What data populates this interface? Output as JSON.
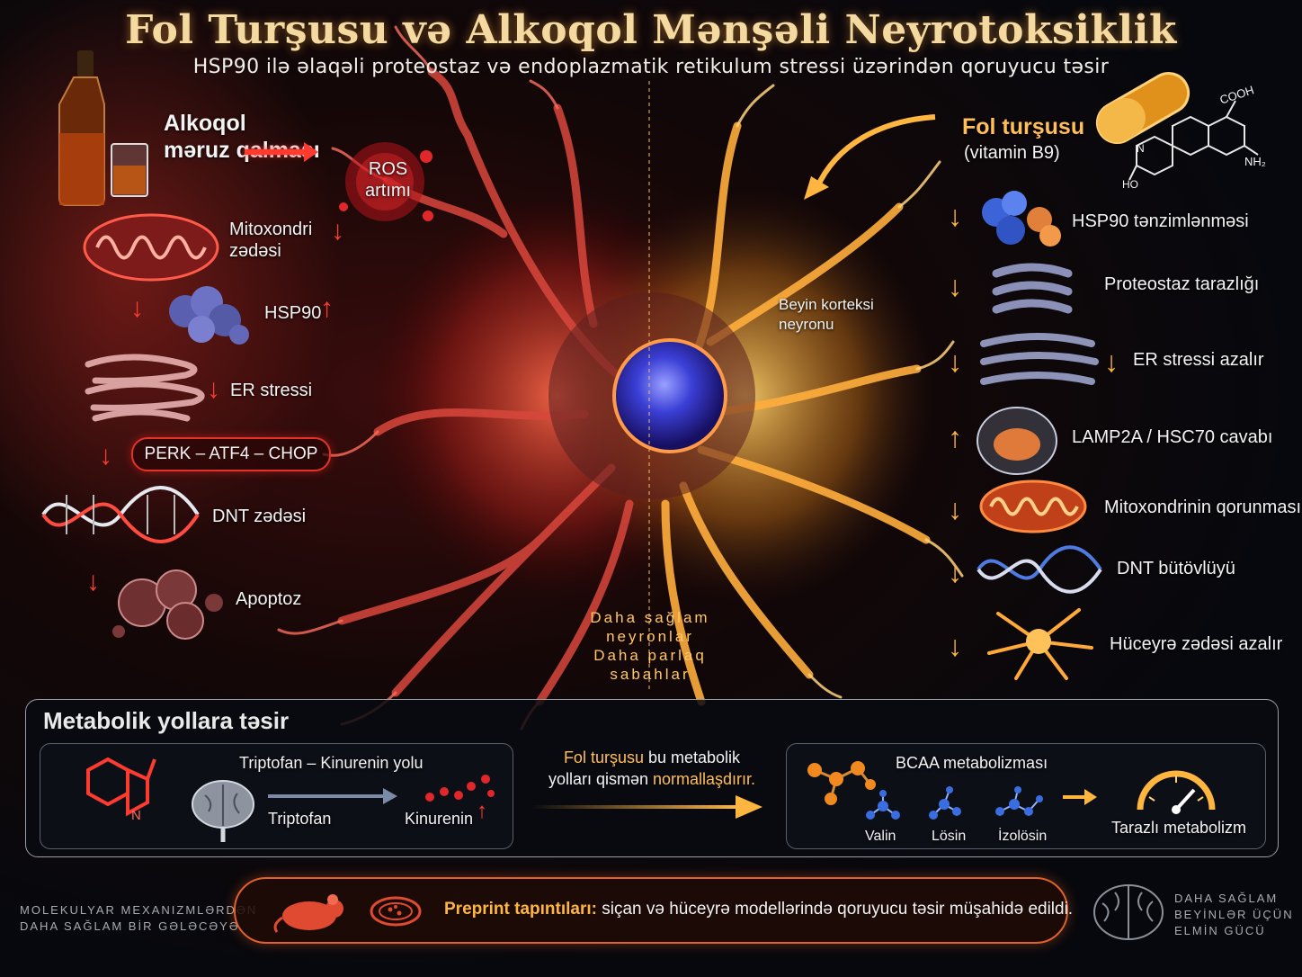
{
  "header": {
    "title": "Fol Turşusu və Alkoqol Mənşəli Neyrotoksiklik",
    "subtitle": "HSP90 ilə əlaqəli proteostaz və endoplazmatik retikulum stressi üzərindən qoruyucu təsir"
  },
  "left": {
    "exposure_label": "Alkoqol\nməruz qalması",
    "ros": "ROS\nartımı",
    "mito": "Mitoxondri\nzədəsi",
    "hsp90": "HSP90",
    "er": "ER stressi",
    "pathway": "PERK – ATF4 – CHOP",
    "dna": "DNT zədəsi",
    "apoptosis": "Apoptoz"
  },
  "center": {
    "neuron_label": "Beyin korteksi\nneyronu",
    "caption": "Daha sağlam\nneyronlar\nDaha parlaq\nsabahlar"
  },
  "right": {
    "folic_title": "Fol turşusu",
    "folic_sub": "(vitamin B9)",
    "chem": {
      "cooh": "COOH",
      "nh2": "NH₂",
      "ho": "HO",
      "n": "N"
    },
    "items": [
      "HSP90 tənzimlənməsi",
      "Proteostaz tarazlığı",
      "ER stressi azalır",
      "LAMP2A / HSC70 cavabı",
      "Mitoxondrinin qorunması",
      "DNT bütövlüyü",
      "Hüceyrə zədəsi azalır"
    ]
  },
  "metabolic": {
    "title": "Metabolik yollara təsir",
    "trp_title": "Triptofan – Kinurenin yolu",
    "trp_from": "Triptofan",
    "trp_to": "Kinurenin",
    "ring_n": "N",
    "mid_1": "Fol turşusu",
    "mid_2": " bu metabolik",
    "mid_3": "yolları qismən ",
    "mid_4": "normallaşdırır.",
    "bcaa_title": "BCAA metabolizması",
    "aa": [
      "Valin",
      "Lösin",
      "İzolösin"
    ],
    "balanced": "Tarazlı metabolizm"
  },
  "footer": {
    "left_tag": "MOLEKULYAR MEXANIZMLƏRDƏN\nDAHA SAĞLAM BİR GƏLƏCƏYƏ",
    "bold": "Preprint tapıntıları:",
    "text": " siçan və hüceyrə modellərində qoruyucu təsir müşahidə edildi.",
    "right_tag": "DAHA SAĞLAM\nBEYİNLƏR ÜÇÜN\nELMİN GÜCÜ"
  },
  "colors": {
    "toxic": "#ff3b30",
    "protective": "#ffb640",
    "title_gold": "#f4d9a0",
    "nucleus": "#3b3fd6"
  },
  "icons": [
    "whiskey-bottle-icon",
    "mitochondrion-icon",
    "protein-icon",
    "er-icon",
    "dna-icon",
    "apoptosis-cells-icon",
    "capsule-icon",
    "lysosome-icon",
    "neuron-icon",
    "indole-ring-icon",
    "brain-icon",
    "molecule-icon",
    "gauge-icon",
    "mouse-icon",
    "petri-dish-icon",
    "brain-outline-icon"
  ]
}
